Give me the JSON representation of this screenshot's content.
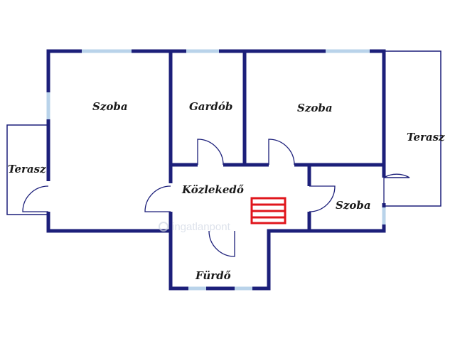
{
  "rooms": {
    "szoba_left": "Szoba",
    "gardrob": "Gardób",
    "szoba_middle": "Szoba",
    "terasz_right": "Terasz",
    "terasz_left": "Terasz",
    "kozlekedo": "Közlekedő",
    "szoba_small": "Szoba",
    "furdo": "Fürdő"
  },
  "watermark": "ingatlanpont",
  "colors": {
    "wall": "#1c1f7a",
    "window": "#b9d3ea",
    "stairs": "#e0161c"
  }
}
